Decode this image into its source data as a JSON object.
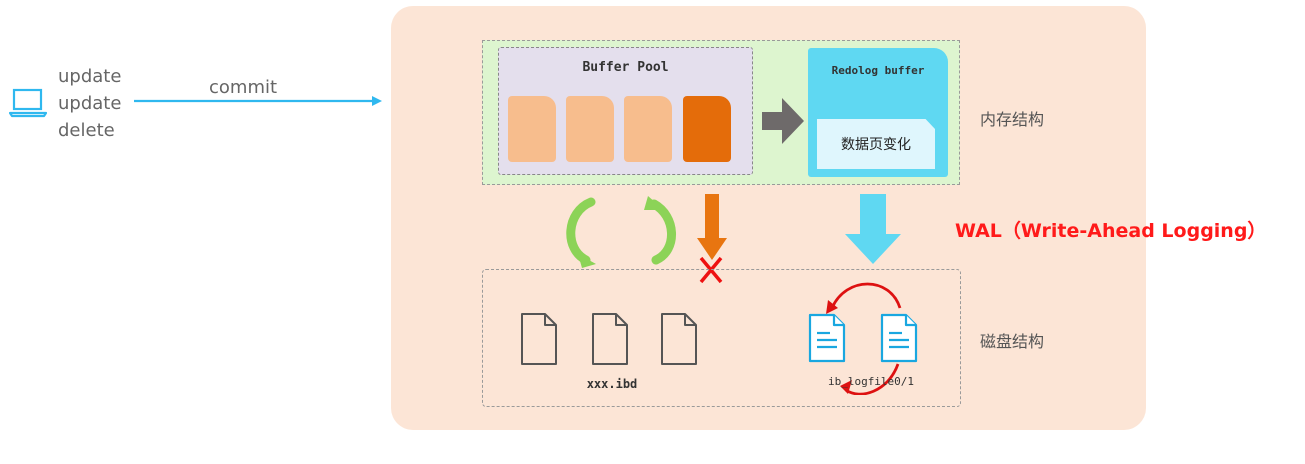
{
  "client": {
    "statements": [
      "update",
      "update",
      "delete"
    ],
    "commit_label": "commit"
  },
  "memory": {
    "label": "内存结构",
    "buffer_pool_title": "Buffer Pool",
    "redolog_buffer_title": "Redolog buffer",
    "page_change_label": "数据页变化"
  },
  "disk": {
    "label": "磁盘结构",
    "data_file_label": "xxx.ibd",
    "logfile_label": "ib_logfile0/1"
  },
  "wal_title": "WAL（Write-Ahead Logging）",
  "colors": {
    "panel": "#fce5d6",
    "memory_bg": "#ddf5cf",
    "buffer_pool_bg": "#e4dfed",
    "page_light": "#f7bd8d",
    "page_dark": "#e46c0a",
    "redolog_buffer": "#5fd8f2",
    "commit_arrow": "#2fb8ef",
    "wal_red": "#ff1a1a",
    "refresh_green": "#8cd357",
    "flush_arrow": "#e87510",
    "cross_red": "#ee1111",
    "push_arrow": "#6e6a6a",
    "log_file_blue": "#19a7e0"
  }
}
